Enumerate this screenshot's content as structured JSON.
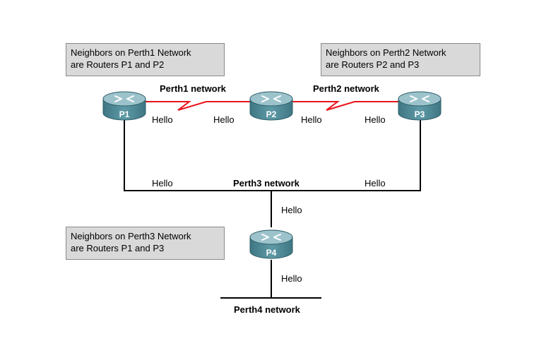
{
  "notes": {
    "perth1": {
      "line1": "Neighbors on Perth1 Network",
      "line2": "are Routers P1 and P2"
    },
    "perth2": {
      "line1": "Neighbors on Perth2 Network",
      "line2": "are Routers P2 and P3"
    },
    "perth3": {
      "line1": "Neighbors on Perth3 Network",
      "line2": "are Routers P1 and P3"
    }
  },
  "networks": {
    "perth1": "Perth1 network",
    "perth2": "Perth2 network",
    "perth3": "Perth3 network",
    "perth4": "Perth4 network"
  },
  "routers": {
    "p1": "P1",
    "p2": "P2",
    "p3": "P3",
    "p4": "P4"
  },
  "hello": "Hello",
  "colors": {
    "serial_link": "#e8131b",
    "ethernet_link": "#000000",
    "router_body": "#4e8a96",
    "router_top": "#9cc3cc",
    "note_fill": "#d9d9d9"
  }
}
